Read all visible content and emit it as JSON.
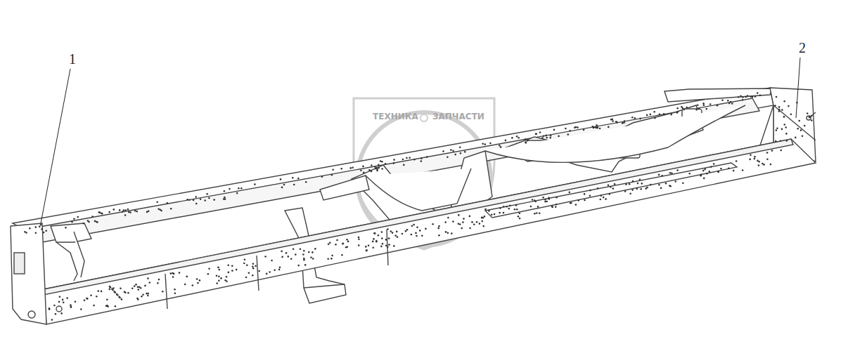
{
  "diagram": {
    "labels": [
      "1",
      "2",
      "ТЕХНИКА",
      "ЗАПЧАСТИ"
    ]
  }
}
